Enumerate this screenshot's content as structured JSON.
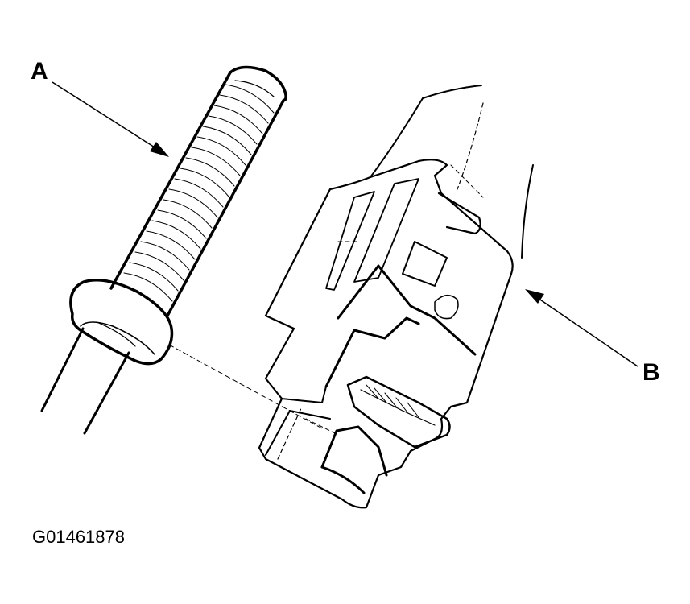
{
  "labels": {
    "a": "A",
    "b": "B"
  },
  "figure_code": "G01461878",
  "colors": {
    "ink": "#000000",
    "background": "#ffffff"
  }
}
